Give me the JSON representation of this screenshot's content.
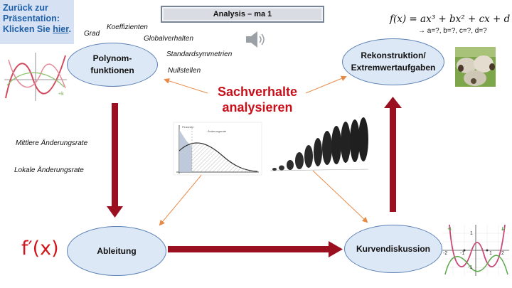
{
  "back": {
    "line1": "Zurück zur",
    "line2": "Präsentation:",
    "line3_prefix": "Klicken Sie ",
    "link": "hier",
    "line3_suffix": "."
  },
  "title": "Analysis – ma 1",
  "nodes": {
    "polynom": "Polynom-\nfunktionen",
    "rekon": "Rekonstruktion/\nExtremwertaufgaben",
    "ableitung": "Ableitung",
    "kurven": "Kurvendiskussion"
  },
  "polynom_topics": [
    "Koeffizienten",
    "Grad",
    "Globalverhalten",
    "Standardsymmetrien",
    "Nullstellen"
  ],
  "rates": [
    "Mittlere Änderungsrate",
    "Lokale Änderungsrate"
  ],
  "center": {
    "line1": "Sachverhalte",
    "line2": "analysieren"
  },
  "derivative_symbol": "f′(x)",
  "formula": "f(x) = ax³ + bx² + cx + d",
  "unknowns": "→ a=?, b=?, c=?, d=?",
  "graph_labels": {
    "x_ticks": [
      "-2",
      "-1",
      "1",
      "2"
    ],
    "y_ticks": [
      "1",
      "-1"
    ]
  },
  "colors": {
    "arrow_red": "#9a1020",
    "arrow_orange": "#e88a47",
    "ellipse_fill": "#dde8f6",
    "title_red": "#c8101b"
  },
  "icons": [
    "speaker-icon",
    "sheep-photo",
    "polynomial-graph-thumbnail",
    "curve-area-graph",
    "tree-growth-image",
    "curve-discussion-graph"
  ]
}
